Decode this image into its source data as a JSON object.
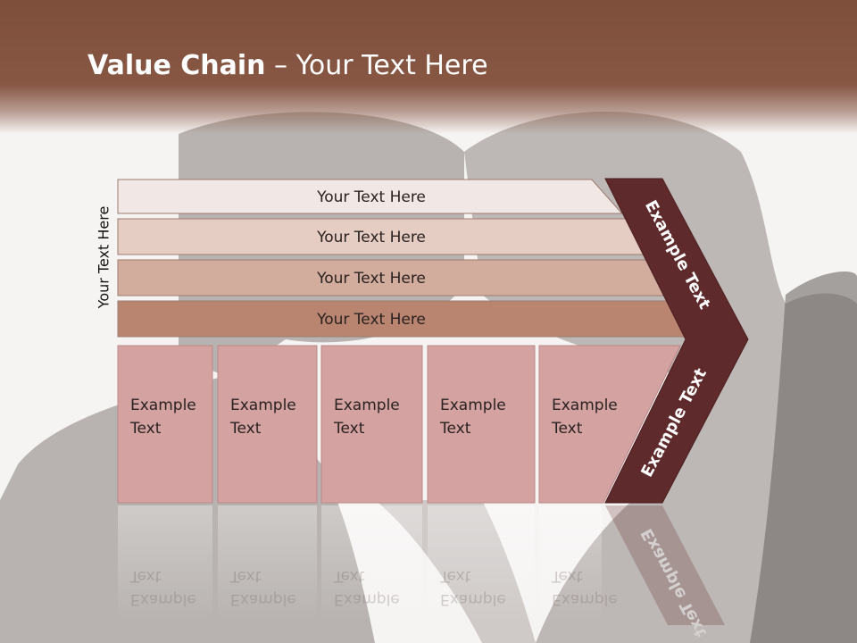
{
  "slide": {
    "title_bold": "Value Chain",
    "title_rest": " – Your Text Here",
    "side_label": "Your Text Here"
  },
  "bars": [
    {
      "label": "Your Text Here",
      "color": "#f1e7e4"
    },
    {
      "label": "Your Text Here",
      "color": "#e6cdc3"
    },
    {
      "label": "Your Text Here",
      "color": "#d2ac9c"
    },
    {
      "label": "Your Text Here",
      "color": "#b98470"
    }
  ],
  "boxes": [
    {
      "line1": "Example",
      "line2": "Text"
    },
    {
      "line1": "Example",
      "line2": "Text"
    },
    {
      "line1": "Example",
      "line2": "Text"
    },
    {
      "line1": "Example",
      "line2": "Text"
    },
    {
      "line1": "Example",
      "line2": "Text"
    }
  ],
  "chevron": {
    "upper_label": "Example Text",
    "lower_label": "Example Text",
    "color": "#5f2a2b"
  },
  "colors": {
    "header": "#875744",
    "box_fill": "#d3a2a1",
    "box_stroke": "#b98887"
  }
}
